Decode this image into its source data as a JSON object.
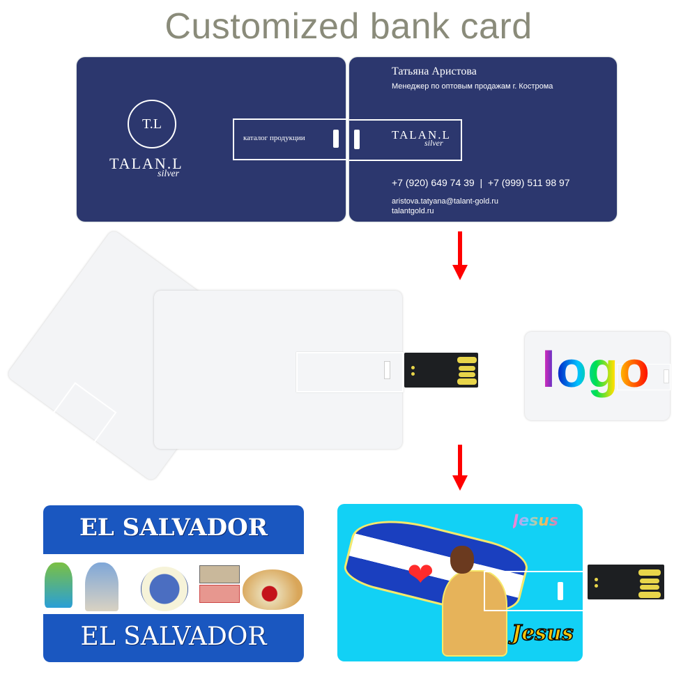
{
  "title": "Customized bank card",
  "top_cards": {
    "front": {
      "monogram": "T.L",
      "brand": "TALAN.L",
      "brand_sub": "silver",
      "catalog_label": "каталог продукции",
      "background_color": "#2c376e"
    },
    "back": {
      "name": "Татьяна Аристова",
      "role": "Менеджер по оптовым продажам г. Кострома",
      "brand": "TALAN.L",
      "brand_sub": "silver",
      "phones": "+7 (920) 649 74 39  |  +7 (999) 511 98 97",
      "email": "aristova.tatyana@talant-gold.ru",
      "website": "talantgold.ru"
    }
  },
  "arrows": [
    {
      "icon": "arrow-down-icon",
      "color": "#ff0000"
    },
    {
      "icon": "arrow-down-icon",
      "color": "#ff0000"
    }
  ],
  "blank_cards": {
    "description": "White blank USB card drives with retractable connector"
  },
  "logo_card": {
    "text": "logo"
  },
  "bottom_cards": {
    "el_salvador": {
      "top_text": "EL SALVADOR",
      "bottom_text": "EL SALVADOR",
      "band_color": "#1a57c0",
      "images": [
        "torogoz-bird",
        "monument-salvador-del-mundo",
        "coat-of-arms-seal",
        "banknotes",
        "pupusas-food"
      ]
    },
    "jesus": {
      "top_text": "Jesus",
      "bottom_text": "Jesus",
      "background_color": "#12d1f5"
    }
  }
}
